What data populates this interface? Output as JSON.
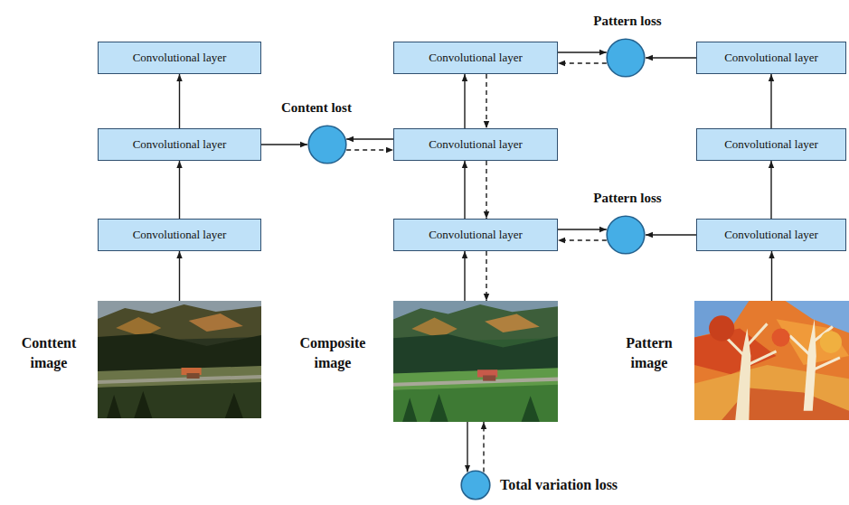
{
  "diagram": {
    "nodes": [
      {
        "text": [
          "Convolutional layer"
        ]
      },
      {
        "text": [
          "Convolutional layer"
        ]
      },
      {
        "text": [
          "Convolutional layer"
        ]
      },
      {
        "text": [
          "Conttent image"
        ]
      },
      {
        "text": [
          "Convolutional layer"
        ]
      },
      {
        "text": [
          "Convolutional layer"
        ]
      },
      {
        "text": [
          "Convolutional layer"
        ]
      },
      {
        "text": [
          "Composite image"
        ]
      },
      {
        "text": [
          "Convolutional layer"
        ]
      },
      {
        "text": [
          "Convolutional layer"
        ]
      },
      {
        "text": [
          "Convolutional layer"
        ]
      },
      {
        "text": [
          "Pattern image"
        ]
      },
      {
        "text": [
          "Pattern loss"
        ]
      },
      {
        "text": [
          "Content lost"
        ]
      },
      {
        "text": [
          "Pattern loss"
        ]
      },
      {
        "text": [
          "Total variation loss"
        ]
      }
    ],
    "edges": [
      {
        "from": 3,
        "to": 2,
        "arrow": "to"
      },
      {
        "from": 2,
        "to": 1,
        "arrow": "to"
      },
      {
        "from": 1,
        "to": 0,
        "arrow": "to"
      },
      {
        "from": 1,
        "to": 13,
        "arrow": "to"
      },
      {
        "from": 5,
        "to": 13,
        "arrow": "to"
      },
      {
        "from": 13,
        "to": 5,
        "arrow": "to"
      },
      {
        "from": 7,
        "to": 6,
        "arrow": "to"
      },
      {
        "from": 6,
        "to": 5,
        "arrow": "to"
      },
      {
        "from": 5,
        "to": 4,
        "arrow": "to"
      },
      {
        "from": 4,
        "to": 5,
        "arrow": "to"
      },
      {
        "from": 5,
        "to": 6,
        "arrow": "to"
      },
      {
        "from": 6,
        "to": 7,
        "arrow": "to"
      },
      {
        "from": 4,
        "to": 12,
        "arrow": "to"
      },
      {
        "from": 12,
        "to": 4,
        "arrow": "to"
      },
      {
        "from": 8,
        "to": 12,
        "arrow": "to"
      },
      {
        "from": 11,
        "to": 10,
        "arrow": "to"
      },
      {
        "from": 10,
        "to": 9,
        "arrow": "to"
      },
      {
        "from": 9,
        "to": 8,
        "arrow": "to"
      },
      {
        "from": 6,
        "to": 14,
        "arrow": "to"
      },
      {
        "from": 14,
        "to": 6,
        "arrow": "to"
      },
      {
        "from": 10,
        "to": 14,
        "arrow": "to"
      },
      {
        "from": 7,
        "to": 15,
        "arrow": "to"
      },
      {
        "from": 15,
        "to": 7,
        "arrow": "to"
      }
    ]
  }
}
